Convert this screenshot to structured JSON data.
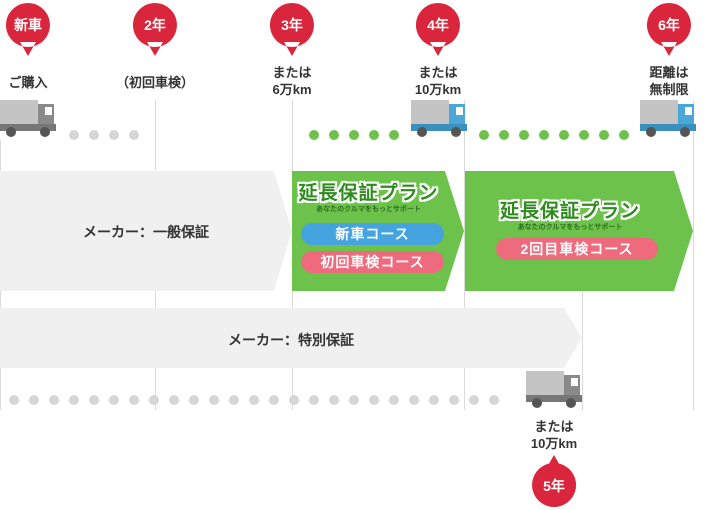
{
  "milestones": [
    {
      "label": "新車",
      "note": [
        "ご購入"
      ]
    },
    {
      "label": "2年",
      "note": [
        "（初回車検）"
      ]
    },
    {
      "label": "3年",
      "note": [
        "または",
        "6万km"
      ]
    },
    {
      "label": "4年",
      "note": [
        "または",
        "10万km"
      ]
    },
    {
      "label": "6年",
      "note": [
        "距離は",
        "無制限"
      ]
    },
    {
      "label": "5年",
      "note": [
        "または",
        "10万km"
      ]
    }
  ],
  "bars": {
    "general": "メーカー：一般保証",
    "special": "メーカー：特別保証"
  },
  "plan": {
    "logo_main": "延長保証プラン",
    "logo_sub": "あなたのクルマをもっとサポート",
    "course_new": "新車コース",
    "course_first": "初回車検コース",
    "course_second": "2回目車検コース"
  },
  "colors": {
    "pin_red": "#d9263c",
    "green": "#6cc24a",
    "gray_bar": "#f0f0f0",
    "gray_dot": "#d6d6d6",
    "green_dot": "#6cc24a",
    "blue_pill": "#45a3e0",
    "pink_pill": "#ee6b7e",
    "truck_gray": "#8a8a8a",
    "truck_blue": "#4aa7d8"
  }
}
